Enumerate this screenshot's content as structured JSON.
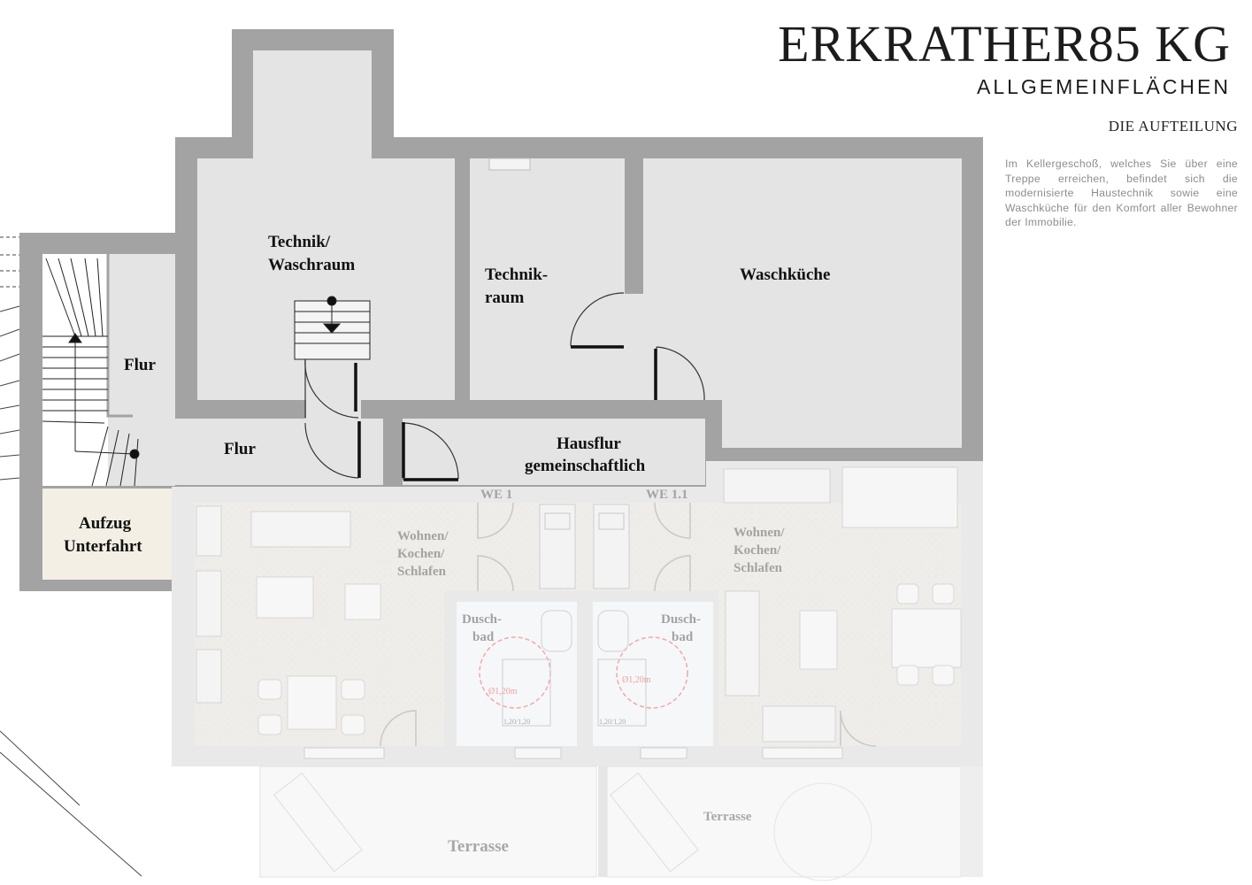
{
  "header": {
    "title": "ERKRATHER85 KG",
    "subtitle": "ALLGEMEINFLÄCHEN",
    "section": "DIE AUFTEILUNG",
    "description": "Im Kellergeschoß, welches Sie über eine Treppe erreichen, befindet sich die modernisierte Haustechnik sowie eine Waschküche für den Komfort aller Bewohner der Immobilie."
  },
  "rooms": {
    "technik_waschraum": [
      "Technik/",
      "Waschraum"
    ],
    "technikraum": [
      "Technik-",
      "raum"
    ],
    "waschkueche": "Waschküche",
    "flur_left": "Flur",
    "flur_mid": "Flur",
    "hausflur": [
      "Hausflur",
      "gemeinschaftlich"
    ],
    "aufzug": [
      "Aufzug",
      "Unterfahrt"
    ]
  },
  "units": {
    "we1": "WE 1",
    "we11": "WE 1.1",
    "wohnen_left": [
      "Wohnen/",
      "Kochen/",
      "Schlafen"
    ],
    "wohnen_right": [
      "Wohnen/",
      "Kochen/",
      "Schlafen"
    ],
    "duschbad_left": [
      "Dusch-",
      "bad"
    ],
    "duschbad_right": [
      "Dusch-",
      "bad"
    ],
    "circle_left": "Ø1,20m",
    "circle_right": "Ø1,20m",
    "shower_left": "1,20/1,20",
    "shower_right": "1,20/1,20",
    "terrasse_left": "Terrasse",
    "terrasse_right": "Terrasse"
  }
}
